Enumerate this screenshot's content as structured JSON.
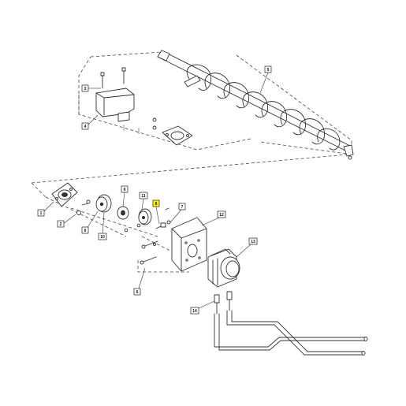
{
  "diagram": {
    "highlight_color": "#ffff00",
    "callouts": [
      {
        "id": "1",
        "label": "1"
      },
      {
        "id": "2",
        "label": "2"
      },
      {
        "id": "3",
        "label": "3"
      },
      {
        "id": "4",
        "label": "4"
      },
      {
        "id": "5",
        "label": "5"
      },
      {
        "id": "6",
        "label": "6"
      },
      {
        "id": "7",
        "label": "7"
      },
      {
        "id": "8",
        "label": "8",
        "highlighted": true
      },
      {
        "id": "9",
        "label": "9"
      },
      {
        "id": "10",
        "label": "10"
      },
      {
        "id": "11",
        "label": "11"
      },
      {
        "id": "12",
        "label": "12"
      },
      {
        "id": "13",
        "label": "13"
      },
      {
        "id": "14",
        "label": "14"
      }
    ]
  }
}
